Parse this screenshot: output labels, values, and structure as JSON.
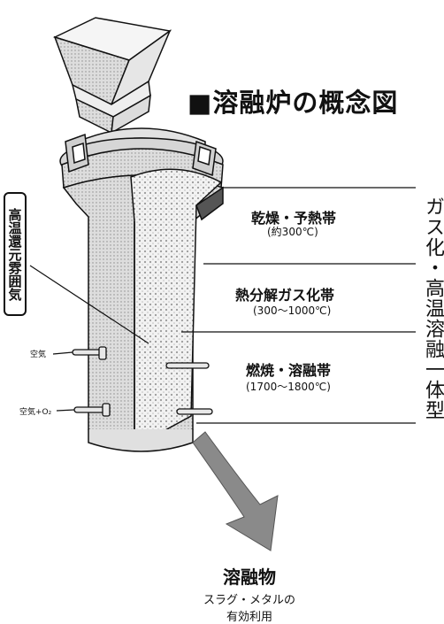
{
  "title": "■溶融炉の概念図",
  "zones": [
    {
      "name": "乾燥・予熱帯",
      "temp": "(約300℃)"
    },
    {
      "name": "熱分解ガス化帯",
      "temp": "(300〜1000℃)"
    },
    {
      "name": "燃焼・溶融帯",
      "temp": "(1700〜1800℃)"
    }
  ],
  "right_label": "ガス化・高温溶融一体型",
  "atmosphere_label": "高温還元雰囲気",
  "inlets": {
    "air": "空気",
    "air_oxygen": "空気+O₂"
  },
  "product": {
    "title": "溶融物",
    "line1": "スラグ・メタルの",
    "line2": "有効利用"
  },
  "colors": {
    "line": "#111111",
    "shell": "#d9d9d9",
    "fill": "#ececec",
    "arrow": "#8a8a8a"
  }
}
